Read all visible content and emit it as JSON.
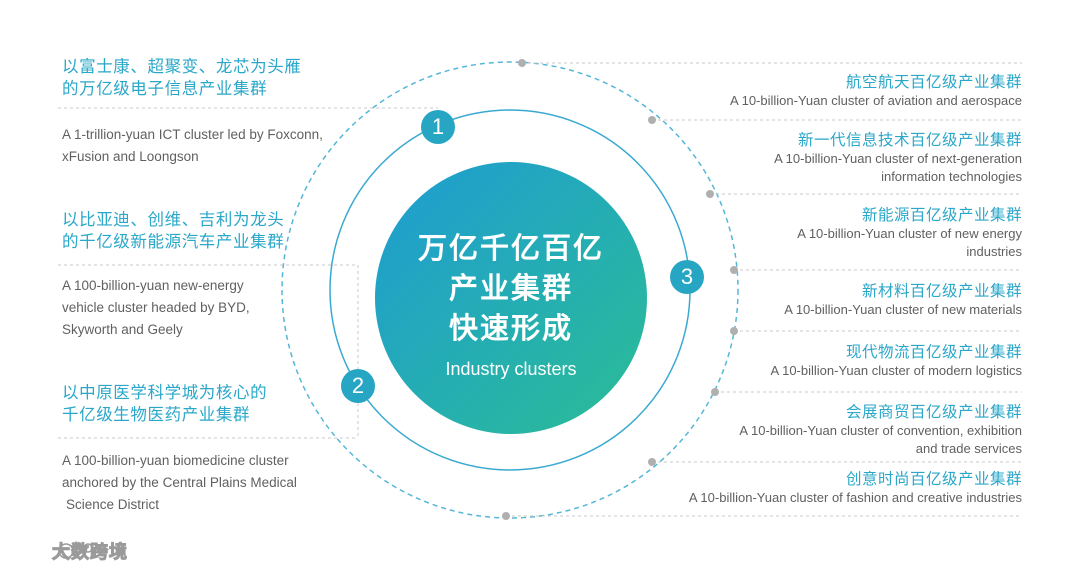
{
  "center": {
    "title_lines": [
      "万亿千亿百亿",
      "产业集群",
      "快速形成"
    ],
    "subtitle": "Industry clusters"
  },
  "badges": [
    "1",
    "2",
    "3"
  ],
  "left_groups": [
    {
      "cn": [
        "以富士康、超聚变、龙芯为头雁",
        "的万亿级电子信息产业集群"
      ],
      "en": [
        "A 1-trillion-yuan ICT cluster led by Foxconn,",
        "xFusion and Loongson"
      ]
    },
    {
      "cn": [
        "以比亚迪、创维、吉利为龙头",
        "的千亿级新能源汽车产业集群"
      ],
      "en": [
        "A 100-billion-yuan new-energy",
        "vehicle cluster headed by BYD,",
        "Skyworth and Geely"
      ]
    },
    {
      "cn": [
        "以中原医学科学城为核心的",
        "千亿级生物医药产业集群"
      ],
      "en": [
        "A 100-billion-yuan biomedicine cluster",
        "anchored by the Central Plains Medical",
        "Science District"
      ]
    }
  ],
  "right_items": [
    {
      "cn": "航空航天百亿级产业集群",
      "en": [
        "A 10-billion-Yuan cluster of aviation and aerospace"
      ]
    },
    {
      "cn": "新一代信息技术百亿级产业集群",
      "en": [
        "A 10-billion-Yuan cluster of next-generation",
        "information technologies"
      ]
    },
    {
      "cn": "新能源百亿级产业集群",
      "en": [
        "A 10-billion-Yuan cluster of new energy",
        "industries"
      ]
    },
    {
      "cn": "新材料百亿级产业集群",
      "en": [
        "A 10-billion-Yuan cluster of new materials"
      ]
    },
    {
      "cn": "现代物流百亿级产业集群",
      "en": [
        "A 10-billion-Yuan cluster of modern logistics"
      ]
    },
    {
      "cn": "会展商贸百亿级产业集群",
      "en": [
        "A 10-billion-Yuan cluster of convention, exhibition",
        "and trade services"
      ]
    },
    {
      "cn": "创意时尚百亿级产业集群",
      "en": [
        "A 10-billion-Yuan cluster of fashion and creative industries"
      ]
    }
  ],
  "watermark": "大数跨境",
  "colors": {
    "accent": "#2aa7c9",
    "gradient_start": "#1e9fd0",
    "gradient_end": "#27b89c",
    "dashed": "#54b7d8",
    "divider": "#c8c8c8",
    "dot": "#b0b0b0"
  }
}
